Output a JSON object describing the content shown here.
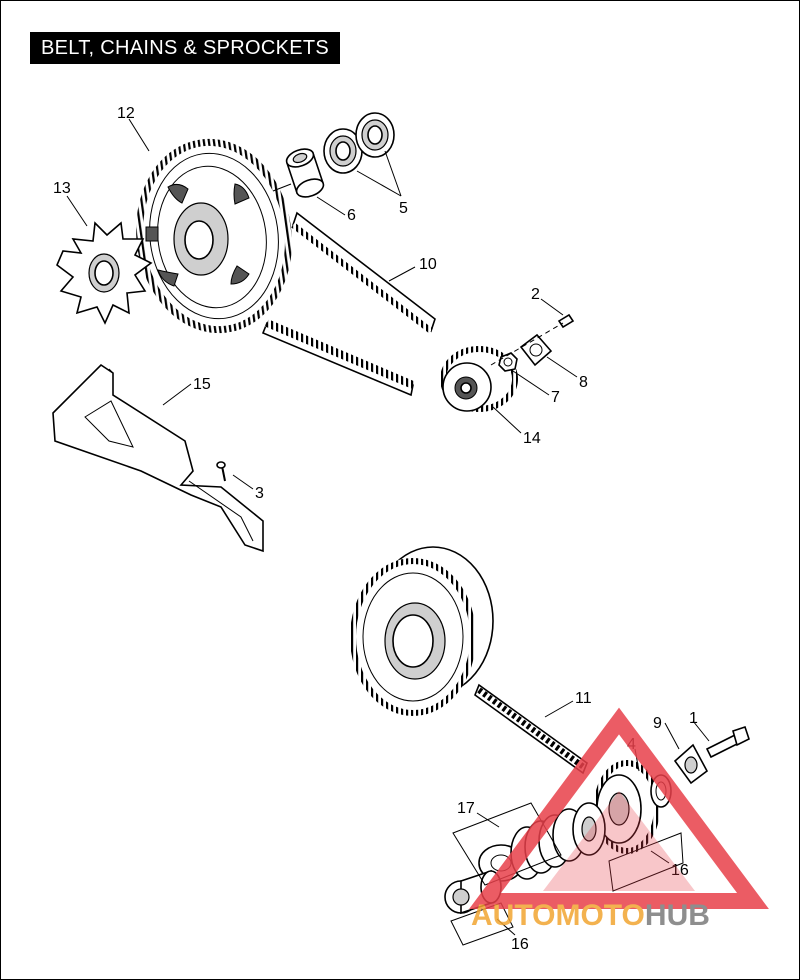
{
  "title": "BELT, CHAINS & SPROCKETS",
  "callouts": {
    "c1": "1",
    "c2": "2",
    "c3": "3",
    "c4": "4",
    "c5": "5",
    "c6": "6",
    "c7": "7",
    "c8": "8",
    "c9": "9",
    "c10": "10",
    "c11": "11",
    "c12": "12",
    "c13": "13",
    "c14": "14",
    "c15": "15",
    "c16a": "16",
    "c16b": "16",
    "c17": "17"
  },
  "watermark": {
    "part1": "AUTOMOTO",
    "part2": "HUB",
    "color_red": "#e8404a",
    "color_orange": "#f2a531",
    "color_gray": "#7b7b7b"
  }
}
